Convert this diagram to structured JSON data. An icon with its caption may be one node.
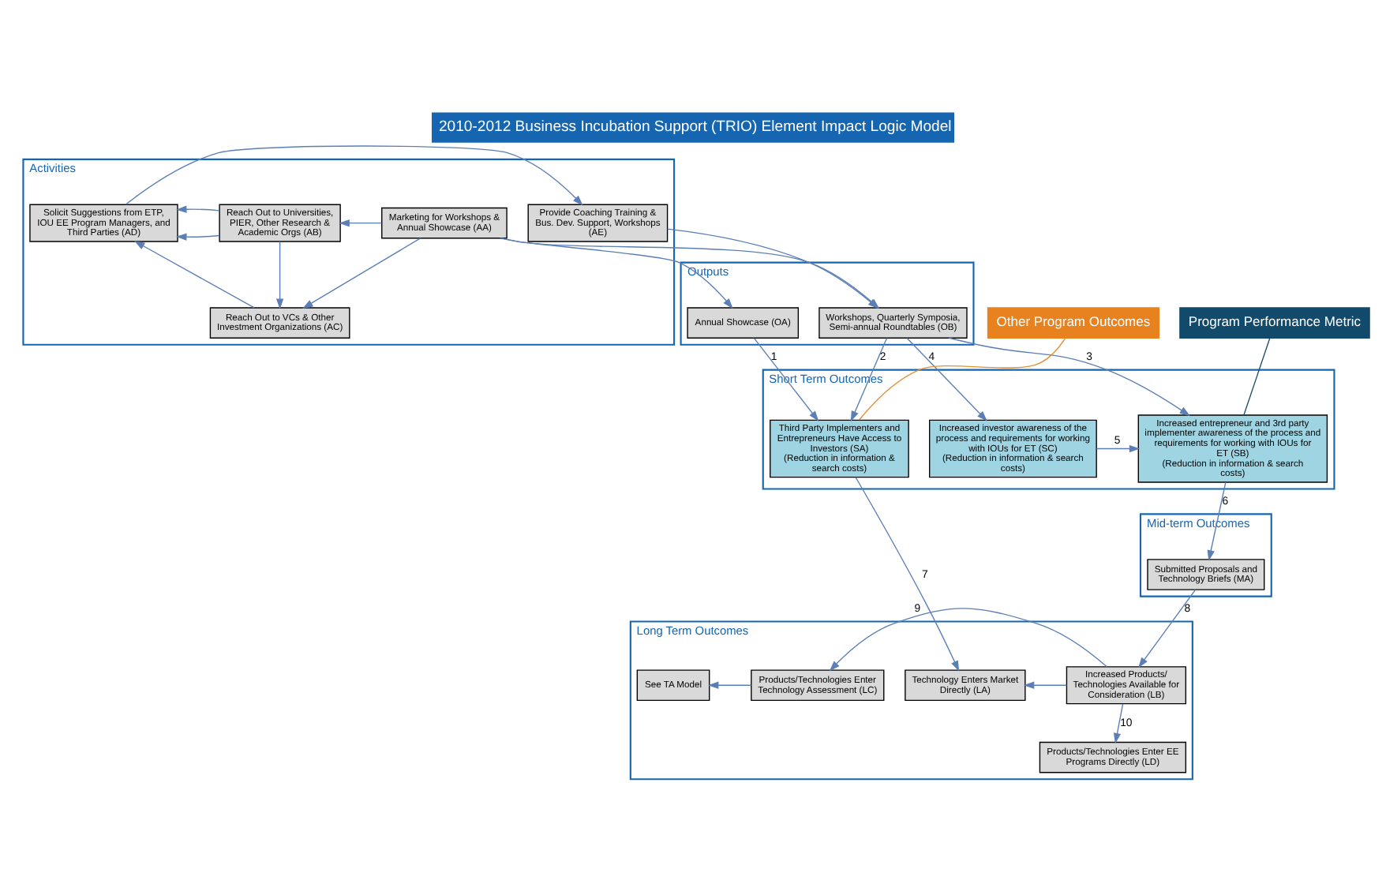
{
  "diagram": {
    "title": "2010-2012 Business Incubation Support (TRIO) Element Impact Logic Model",
    "nodes": [
      {
        "text": [
          "Activities"
        ]
      },
      {
        "text": [
          "Marketing for Workshops & Annual Showcase (AA)"
        ],
        "in": 0
      },
      {
        "text": [
          "Reach Out to Universities, PIER, Other Research & Academic Orgs (AB)"
        ],
        "in": 0
      },
      {
        "text": [
          "Reach Out to VCs & Other Investment Organizations (AC)"
        ],
        "in": 0
      },
      {
        "text": [
          "Solicit Suggestions from ETP, IOU EE Program Managers, and Third Parties (AD)"
        ],
        "in": 0
      },
      {
        "text": [
          "Provide Coaching Training & Bus. Dev. Support, Workshops (AE)"
        ],
        "in": 0
      },
      {
        "text": [
          "Outputs"
        ]
      },
      {
        "text": [
          "Annual Showcase (OA)"
        ],
        "in": 6
      },
      {
        "text": [
          "Workshops, Quarterly Symposia, Semi-annual Roundtables (OB)"
        ],
        "in": 6
      },
      {
        "text": [
          "Short Term Outcomes"
        ]
      },
      {
        "text": [
          "Third Party Implementers and Entrepreneurs Have Access to Investors (SA)",
          "(Reduction in information & search costs)"
        ],
        "in": 9
      },
      {
        "text": [
          "Increased entrepreneur and 3rd party implementer awareness of the process and requirements for working with IOUs for ET (SB)",
          "(Reduction in information & search costs)"
        ],
        "in": 9
      },
      {
        "text": [
          "Increased investor awareness of the process and requirements for working with IOUs for ET (SC)",
          "(Reduction in information & search costs)"
        ],
        "in": 9
      },
      {
        "text": [
          "Mid-term Outcomes"
        ]
      },
      {
        "text": [
          "Submitted Proposals and Technology Briefs (MA)"
        ],
        "in": 13
      },
      {
        "text": [
          "Long Term Outcomes"
        ]
      },
      {
        "text": [
          "Technology Enters Market Directly (LA)"
        ],
        "in": 15
      },
      {
        "text": [
          "Increased Products/ Technologies Available for Consideration (LB)"
        ],
        "in": 15
      },
      {
        "text": [
          "Products/Technologies Enter Technology Assessment (LC)"
        ],
        "in": 15
      },
      {
        "text": [
          "Products/Technologies Enter EE Programs Directly (LD)"
        ],
        "in": 15
      },
      {
        "text": [
          "See TA Model"
        ],
        "in": 15
      },
      {
        "text": [
          "Other Program Outcomes"
        ]
      },
      {
        "text": [
          "Program Performance Metric"
        ]
      }
    ],
    "edges": [
      {
        "from": 1,
        "to": 2,
        "arrow": "to"
      },
      {
        "from": 1,
        "to": 3,
        "arrow": "to"
      },
      {
        "from": 2,
        "to": 3,
        "arrow": "to"
      },
      {
        "from": 2,
        "to": 4,
        "arrow": "to"
      },
      {
        "from": 2,
        "to": 4,
        "arrow": "to"
      },
      {
        "from": 3,
        "to": 4,
        "arrow": "to"
      },
      {
        "from": 4,
        "to": 5,
        "arrow": "to"
      },
      {
        "from": 5,
        "to": 8,
        "arrow": "to"
      },
      {
        "from": 1,
        "to": 7,
        "arrow": "to"
      },
      {
        "from": 1,
        "to": 8,
        "arrow": "to"
      },
      {
        "from": 7,
        "to": 10,
        "arrow": "to",
        "label": "1"
      },
      {
        "from": 8,
        "to": 10,
        "arrow": "to",
        "label": "2"
      },
      {
        "from": 8,
        "to": 11,
        "arrow": "to",
        "label": "3"
      },
      {
        "from": 8,
        "to": 12,
        "arrow": "to",
        "label": "4"
      },
      {
        "from": 12,
        "to": 11,
        "arrow": "to",
        "label": "5"
      },
      {
        "from": 11,
        "to": 14,
        "arrow": "to",
        "label": "6"
      },
      {
        "from": 10,
        "to": 16,
        "arrow": "to",
        "label": "7"
      },
      {
        "from": 14,
        "to": 17,
        "arrow": "to",
        "label": "8"
      },
      {
        "from": 17,
        "to": 16,
        "arrow": "to"
      },
      {
        "from": 17,
        "to": 18,
        "arrow": "to",
        "label": "9"
      },
      {
        "from": 17,
        "to": 19,
        "arrow": "to",
        "label": "10"
      },
      {
        "from": 18,
        "to": 20,
        "arrow": "to"
      },
      {
        "from": 21,
        "to": 10,
        "arrow": "none",
        "color": "#e0913a"
      },
      {
        "from": 22,
        "to": 11,
        "arrow": "none",
        "color": "#1b4f72"
      }
    ]
  }
}
